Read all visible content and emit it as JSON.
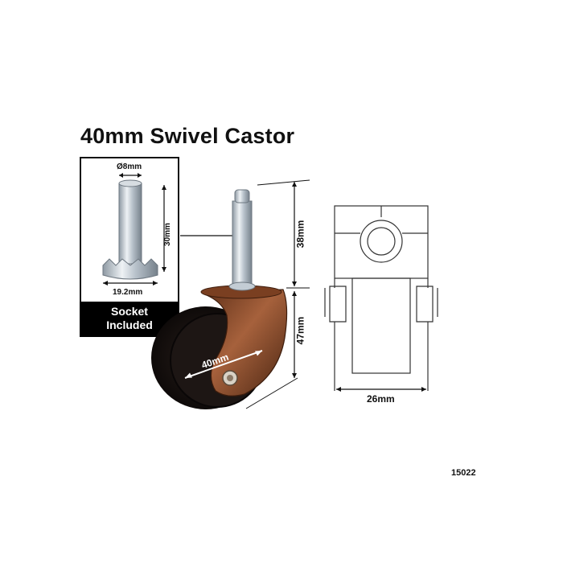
{
  "title": "40mm Swivel Castor",
  "socket": {
    "diameter_label": "Ø8mm",
    "height_label": "30mm",
    "width_label": "19.2mm",
    "band_line1": "Socket",
    "band_line2": "Included"
  },
  "castor": {
    "stem_height_label": "38mm",
    "wheel_height_label": "47mm",
    "wheel_diameter_label": "40mm"
  },
  "schematic": {
    "width_label": "26mm"
  },
  "product_code": "15022",
  "colors": {
    "bracket": "#8a4b2a",
    "wheel": "#1a1412",
    "stem": "#b9c3cc",
    "band": "#000000"
  }
}
